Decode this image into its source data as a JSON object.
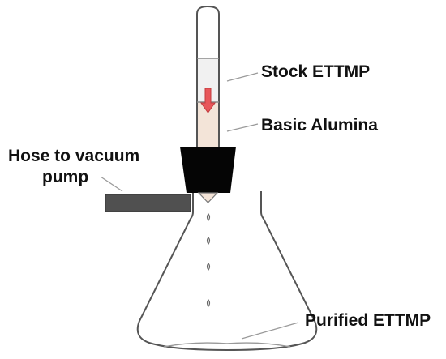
{
  "diagram": {
    "labels": {
      "stock": "Stock ETTMP",
      "alumina": "Basic Alumina",
      "hose_line1": "Hose to vacuum",
      "hose_line2": "pump",
      "purified": "Purified ETTMP"
    },
    "colors": {
      "outline": "#555555",
      "leader": "#9a9a9a",
      "stock_liquid": "#f1f1f1",
      "alumina_fill": "#f3e4d8",
      "arrow": "#e8575a",
      "stopper": "#050505",
      "hose": "#505050",
      "drop": "#ffffff"
    }
  }
}
